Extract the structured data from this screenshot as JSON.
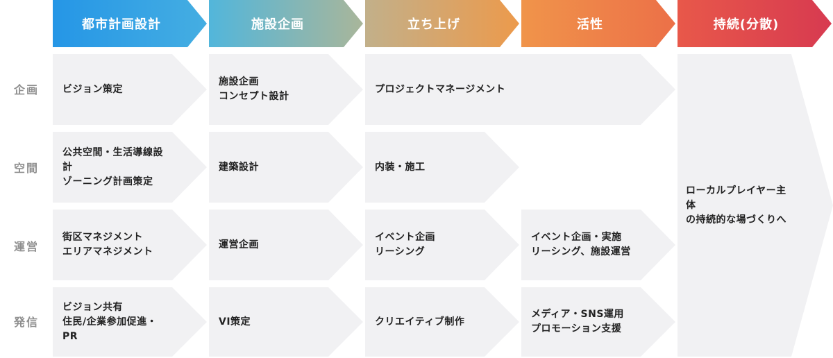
{
  "phases": [
    {
      "label": "都市計画設計",
      "gradient": [
        "#2596e6",
        "#45aee2"
      ]
    },
    {
      "label": "施設企画",
      "gradient": [
        "#52b6db",
        "#a9b69a"
      ]
    },
    {
      "label": "立ち上げ",
      "gradient": [
        "#c2b08a",
        "#ec9a4c"
      ]
    },
    {
      "label": "活性",
      "gradient": [
        "#f0944a",
        "#ec7048"
      ]
    },
    {
      "label": "持続(分散)",
      "gradient": [
        "#e8584a",
        "#d73a50"
      ]
    }
  ],
  "rows": [
    "企画",
    "空間",
    "運営",
    "発信"
  ],
  "cells": {
    "planning_vision": "ビジョン策定",
    "planning_concept": "施設企画\nコンセプト設計",
    "planning_pm": "プロジェクトマネージメント",
    "space_public": "公共空間・生活導線設計\nゾーニング計画策定",
    "space_arch": "建築設計",
    "space_interior": "内装・施工",
    "ops_area": "街区マネジメント\nエリアマネジメント",
    "ops_plan": "運営企画",
    "ops_event": "イベント企画\nリーシング",
    "ops_active": "イベント企画・実施\nリーシング、施設運営",
    "pr_vision": "ビジョン共有\n住民/企業参加促進・PR",
    "pr_vi": "VI策定",
    "pr_creative": "クリエイティブ制作",
    "pr_media": "メディア・SNS運用\nプロモーション支援",
    "sustain": "ローカルプレイヤー主体\nの持続的な場づくりへ"
  },
  "colors": {
    "cell_bg": "#f1f1f3",
    "row_label": "#8f8f8f",
    "cell_text": "#222222"
  }
}
